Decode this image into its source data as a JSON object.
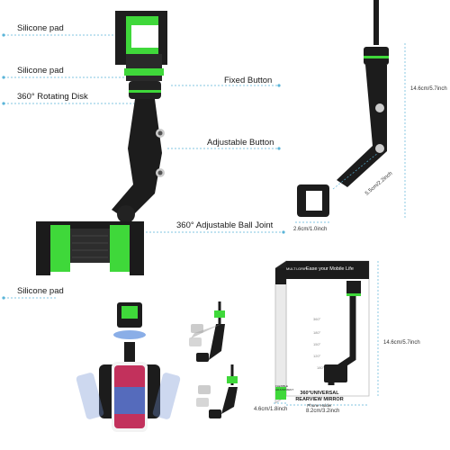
{
  "labels": {
    "silicone_pad_top": "Silicone pad",
    "silicone_pad_mid": "Silicone pad",
    "rotating_disk": "360° Rotating Disk",
    "fixed_button": "Fixed Button",
    "adjustable_button": "Adjustable Button",
    "ball_joint": "360° Adjustable Ball Joint",
    "silicone_pad_bottom": "Silicone pad"
  },
  "dimensions": {
    "height_side": "14.6cm/5.7inch",
    "arm_length": "5.5cm/2.2inch",
    "clamp_width": "2.6cm/1.0inch",
    "box_height": "14.6cm/5.7inch",
    "box_depth": "4.6cm/1.8inch",
    "box_width": "8.2cm/3.2inch"
  },
  "box": {
    "brand": "MULTI-GRIP",
    "slogan": "Ease your Mobile Life",
    "title_line1": "360°UNIVERSAL",
    "title_line2": "REARVIEW MIRROR",
    "title_line3": "Phone Holder",
    "side_text": "FLEXIBLE ADJUSTMENT",
    "angles": [
      "360°",
      "180°",
      "150°",
      "120°",
      "180°"
    ]
  },
  "colors": {
    "accent_green": "#3fd83a",
    "product_black": "#1c1c1c",
    "guide_line": "#5ab4d8"
  }
}
